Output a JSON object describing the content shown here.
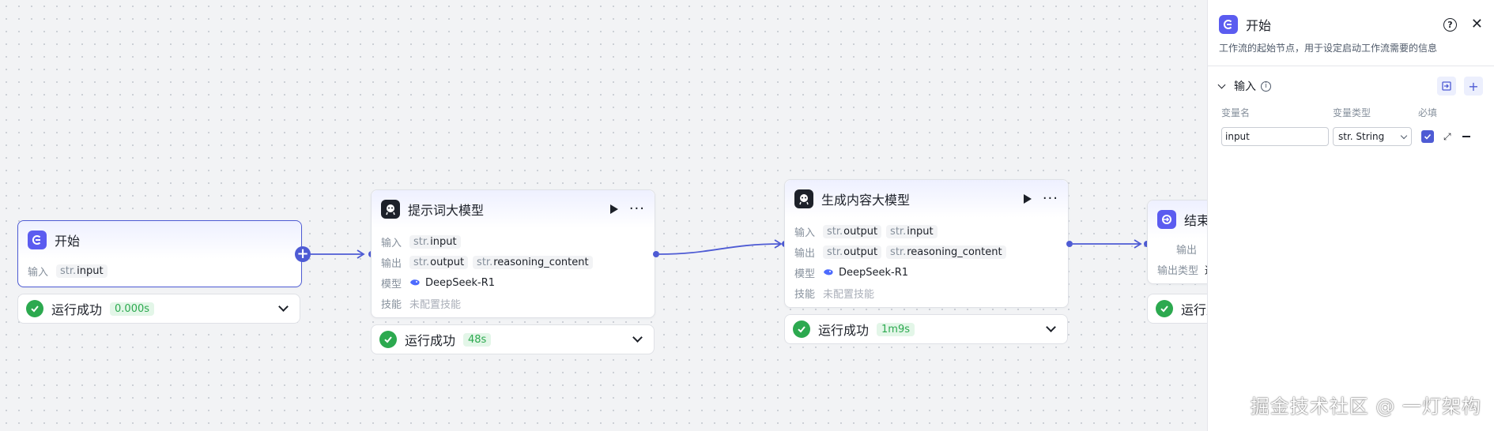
{
  "colors": {
    "accent": "#4e5bd4",
    "success": "#2ca94f",
    "canvas": "#f2f3f5"
  },
  "nodes": {
    "start": {
      "title": "开始",
      "input_label": "输入",
      "input_type": "str.",
      "input_name": "input",
      "status": "运行成功",
      "time": "0.000s"
    },
    "prompt_llm": {
      "title": "提示词大模型",
      "input_label": "输入",
      "output_label": "输出",
      "model_label": "模型",
      "skill_label": "技能",
      "inputs": [
        {
          "type": "str.",
          "name": "input"
        }
      ],
      "outputs": [
        {
          "type": "str.",
          "name": "output"
        },
        {
          "type": "str.",
          "name": "reasoning_content"
        }
      ],
      "model": "DeepSeek-R1",
      "skill": "未配置技能",
      "status": "运行成功",
      "time": "48s"
    },
    "gen_llm": {
      "title": "生成内容大模型",
      "input_label": "输入",
      "output_label": "输出",
      "model_label": "模型",
      "skill_label": "技能",
      "inputs": [
        {
          "type": "str.",
          "name": "output"
        },
        {
          "type": "str.",
          "name": "input"
        }
      ],
      "outputs": [
        {
          "type": "str.",
          "name": "output"
        },
        {
          "type": "str.",
          "name": "reasoning_content"
        }
      ],
      "model": "DeepSeek-R1",
      "skill": "未配置技能",
      "status": "运行成功",
      "time": "1m9s"
    },
    "end": {
      "title": "结束",
      "output_label": "输出",
      "output_type_label": "输出类型",
      "output_type_partial": "返",
      "output_type_chip": "s",
      "status_partial": "运行成"
    }
  },
  "panel": {
    "title": "开始",
    "description": "工作流的起始节点，用于设定启动工作流需要的信息",
    "section_title": "输入",
    "col_name": "变量名",
    "col_type": "变量类型",
    "col_required": "必填",
    "variable": {
      "name": "input",
      "type": "str. String",
      "required": true
    }
  },
  "watermark": "掘金技术社区 @ 一灯架构"
}
